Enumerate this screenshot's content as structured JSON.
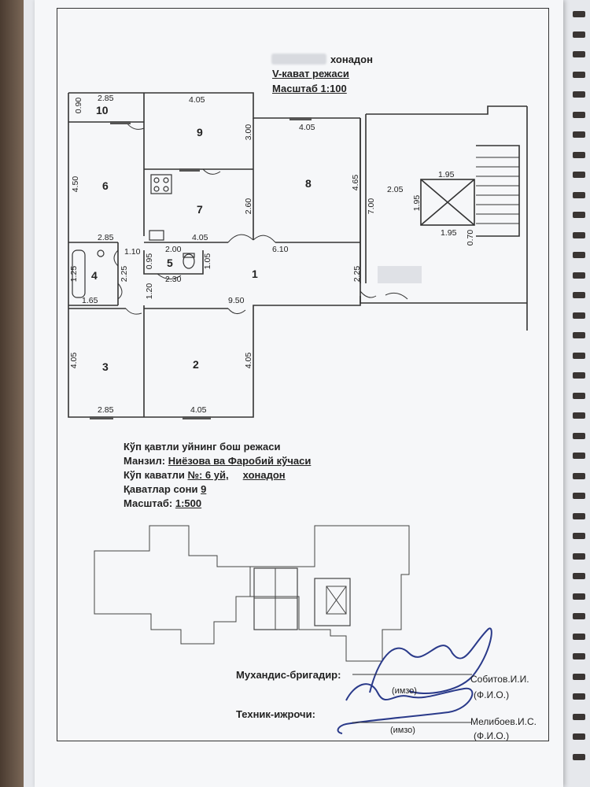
{
  "header": {
    "line1_suffix": "хонадон",
    "line2": "V-кават режаси",
    "line3": "Масштаб 1:100"
  },
  "rooms": [
    "1",
    "2",
    "3",
    "4",
    "5",
    "6",
    "7",
    "8",
    "9",
    "10"
  ],
  "dims": {
    "d_0_90": "0.90",
    "d_2_85_a": "2.85",
    "d_4_05_a": "4.05",
    "d_3_00": "3.00",
    "d_4_05_b": "4.05",
    "d_4_50": "4.50",
    "d_2_60": "2.60",
    "d_4_65": "4.65",
    "d_7_00": "7.00",
    "d_2_05": "2.05",
    "d_1_95_a": "1.95",
    "d_1_95_b": "1.95",
    "d_1_95_c": "1.95",
    "d_0_70": "0.70",
    "d_2_85_b": "2.85",
    "d_4_05_c": "4.05",
    "d_1_10": "1.10",
    "d_0_95": "0.95",
    "d_2_00": "2.00",
    "d_6_10": "6.10",
    "d_1_05": "1.05",
    "d_1_25": "1.25",
    "d_2_25_a": "2.25",
    "d_2_30": "2.30",
    "d_2_25_b": "2.25",
    "d_1_65": "1.65",
    "d_1_20": "1.20",
    "d_9_50": "9.50",
    "d_4_05_d": "4.05",
    "d_4_05_e": "4.05",
    "d_2_85_c": "2.85",
    "d_4_05_f": "4.05"
  },
  "info": {
    "l1": "Кўп қавтли уйнинг бош режаси",
    "l2_label": "Манзил:",
    "l2_value": "Ниёзова ва Фаробий кўчаси",
    "l3_label": "Кўп каватли",
    "l3_value": "№: 6 уй,",
    "l3_suffix": "хонадон",
    "l4_label": "Қаватлар сони",
    "l4_value": "9",
    "l5_label": "Масштаб:",
    "l5_value": "1:500"
  },
  "signatures": {
    "engineer_label": "Мухандис-бригадир:",
    "signature_hint_1": "(имзо)",
    "engineer_name": "Собитов.И.И.",
    "name_hint_1": "(Ф.И.О.)",
    "technician_label": "Техник-ижрочи:",
    "signature_hint_2": "(имзо)",
    "technician_name": "Мелибоев.И.С.",
    "name_hint_2": "(Ф.И.О.)"
  }
}
